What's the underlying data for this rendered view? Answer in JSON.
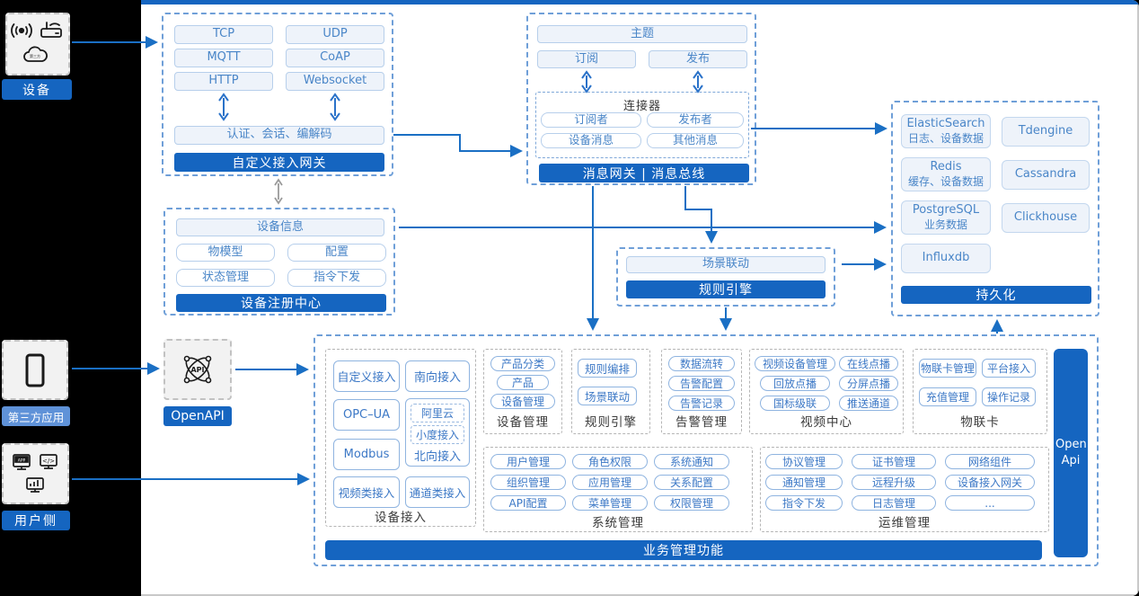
{
  "palette": {
    "accent_blue": "#1565c0",
    "arrow_blue": "#1a6fc4",
    "item_border": "#8fb4e0",
    "item_text": "#3c78c6",
    "light_fill": "#eef3fa",
    "badge_light_blue": "#5f92d8",
    "dashed_blue": "#6f9fd8",
    "dashed_gray": "#b5b5b5"
  },
  "left_rail": {
    "device_label": "设备",
    "third_party_label": "第三方应用",
    "user_label": "用户侧",
    "icons": {
      "device_panel": [
        "signal-icon",
        "router-icon",
        "cloud-icon"
      ],
      "third_party_panel": [
        "phone-icon"
      ],
      "user_panel": [
        "app-window-icon",
        "code-window-icon",
        "chart-window-icon"
      ]
    }
  },
  "gateway": {
    "title": "自定义接入网关",
    "protocols": [
      "TCP",
      "UDP",
      "MQTT",
      "CoAP",
      "HTTP",
      "Websocket"
    ],
    "auth_bar": "认证、会话、编解码"
  },
  "message_bus": {
    "title": "消息网关 | 消息总线",
    "topic": "主题",
    "subscribe": "订阅",
    "publish": "发布",
    "connector": {
      "title": "连接器",
      "items": [
        "订阅者",
        "发布者",
        "设备消息",
        "其他消息"
      ]
    }
  },
  "persistence": {
    "title": "持久化",
    "stores": [
      {
        "name": "ElasticSearch",
        "desc": "日志、设备数据"
      },
      {
        "name": "Tdengine",
        "desc": ""
      },
      {
        "name": "Redis",
        "desc": "缓存、设备数据"
      },
      {
        "name": "Cassandra",
        "desc": ""
      },
      {
        "name": "PostgreSQL",
        "desc": "业务数据"
      },
      {
        "name": "Clickhouse",
        "desc": ""
      },
      {
        "name": "Influxdb",
        "desc": ""
      }
    ]
  },
  "registry": {
    "title": "设备注册中心",
    "wide_item": "设备信息",
    "items": [
      "物模型",
      "配置",
      "状态管理",
      "指令下发"
    ]
  },
  "rule_engine_mid": {
    "title": "规则引擎",
    "item": "场景联动"
  },
  "openapi": {
    "label": "OpenAPI",
    "icon": "api-network-icon"
  },
  "business": {
    "footer": "业务管理功能",
    "open_api_bar": "Open Api",
    "device_access": {
      "label": "设备接入",
      "custom": "自定义接入",
      "south": "南向接入",
      "opcua": "OPC–UA",
      "aliyun": "阿里云",
      "xiaodu": "小度接入",
      "north": "北向接入",
      "modbus": "Modbus",
      "video": "视频类接入",
      "channel": "通道类接入"
    },
    "device_mgmt": {
      "label": "设备管理",
      "items": [
        "产品分类",
        "产品",
        "设备管理"
      ]
    },
    "rule_engine": {
      "label": "规则引擎",
      "items": [
        "规则编排",
        "场景联动"
      ]
    },
    "alarm_mgmt": {
      "label": "告警管理",
      "items": [
        "数据流转",
        "告警配置",
        "告警记录"
      ]
    },
    "video_center": {
      "label": "视频中心",
      "items": [
        "视频设备管理",
        "在线点播",
        "回放点播",
        "分屏点播",
        "国标级联",
        "推送通道"
      ]
    },
    "iot_card": {
      "label": "物联卡",
      "items": [
        "物联卡管理",
        "平台接入",
        "充值管理",
        "操作记录"
      ]
    },
    "system_mgmt": {
      "label": "系统管理",
      "items": [
        "用户管理",
        "角色权限",
        "系统通知",
        "组织管理",
        "应用管理",
        "关系配置",
        "API配置",
        "菜单管理",
        "权限管理"
      ]
    },
    "ops_mgmt": {
      "label": "运维管理",
      "items": [
        "协议管理",
        "证书管理",
        "网络组件",
        "通知管理",
        "远程升级",
        "设备接入网关",
        "指令下发",
        "日志管理",
        "..."
      ]
    }
  }
}
